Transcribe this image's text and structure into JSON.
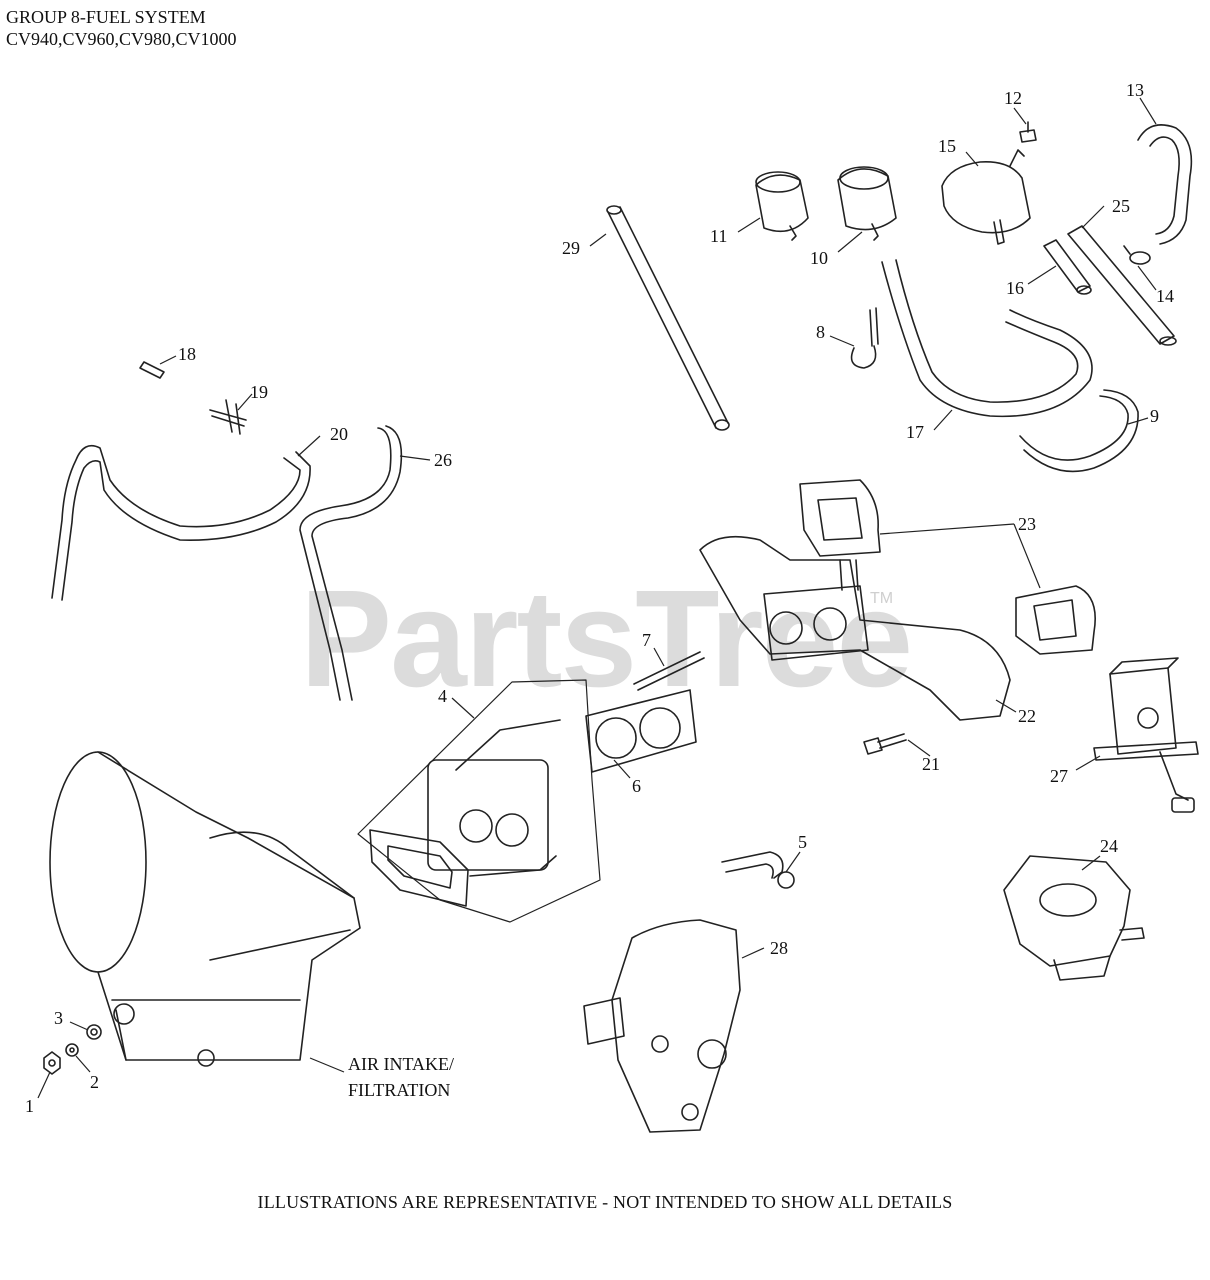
{
  "header": {
    "line1": "GROUP 8-FUEL SYSTEM",
    "line2": "CV940,CV960,CV980,CV1000"
  },
  "watermark": {
    "text": "PartsTree",
    "mark": "TM"
  },
  "footer": "ILLUSTRATIONS ARE REPRESENTATIVE - NOT INTENDED TO SHOW ALL DETAILS",
  "assembly_label": {
    "line1": "AIR INTAKE/",
    "line2": "FILTRATION"
  },
  "callouts": [
    "1",
    "2",
    "3",
    "4",
    "5",
    "6",
    "7",
    "8",
    "9",
    "10",
    "11",
    "12",
    "13",
    "14",
    "15",
    "16",
    "17",
    "18",
    "19",
    "20",
    "21",
    "22",
    "23",
    "24",
    "25",
    "26",
    "27",
    "28",
    "29"
  ]
}
